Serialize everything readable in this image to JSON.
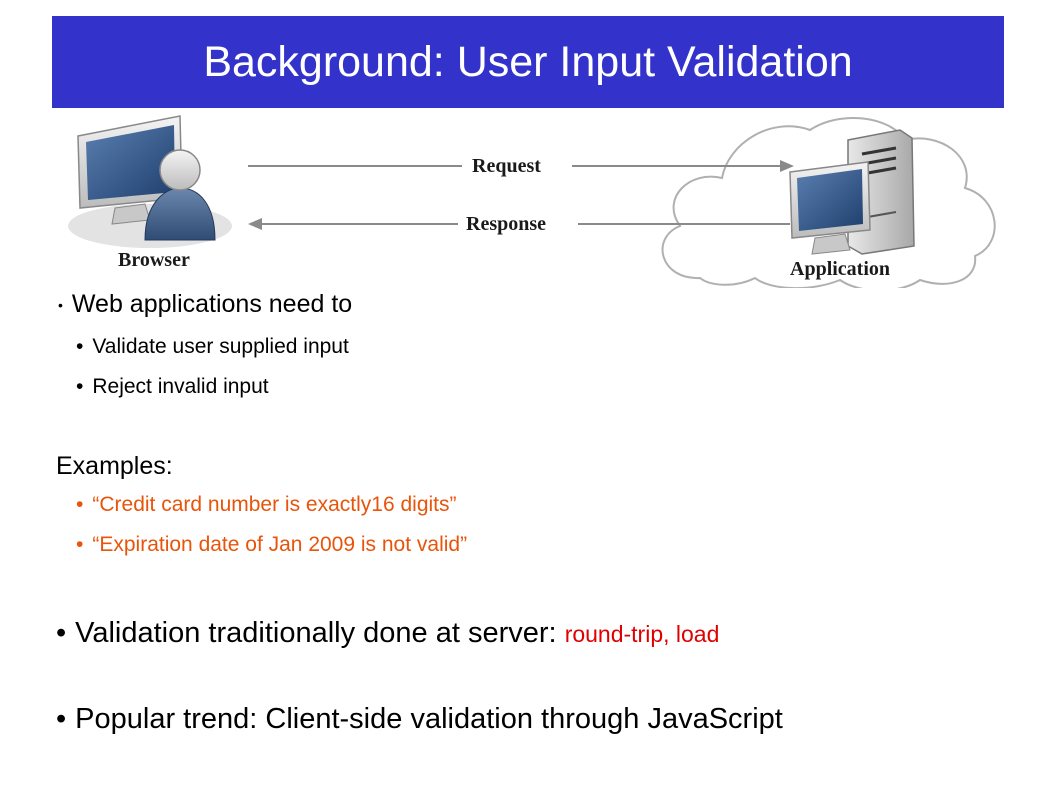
{
  "slide": {
    "title": "Background: User Input Validation"
  },
  "diagram": {
    "browser_label": "Browser",
    "application_label": "Application",
    "request_label": "Request",
    "response_label": "Response"
  },
  "bullets": {
    "intro": "Web applications need to",
    "sub1": "Validate user supplied input",
    "sub2": "Reject invalid input",
    "examples_heading": "Examples:",
    "example1": "“Credit card number is exactly16 digits”",
    "example2": "“Expiration date of Jan 2009 is not valid”",
    "server_main": "Validation traditionally done at server: ",
    "server_note": "round-trip, load",
    "trend": "Popular trend: Client-side validation through JavaScript"
  },
  "colors": {
    "title_bg": "#3333cc",
    "example_text": "#e8540a",
    "note_text": "#e00000"
  }
}
